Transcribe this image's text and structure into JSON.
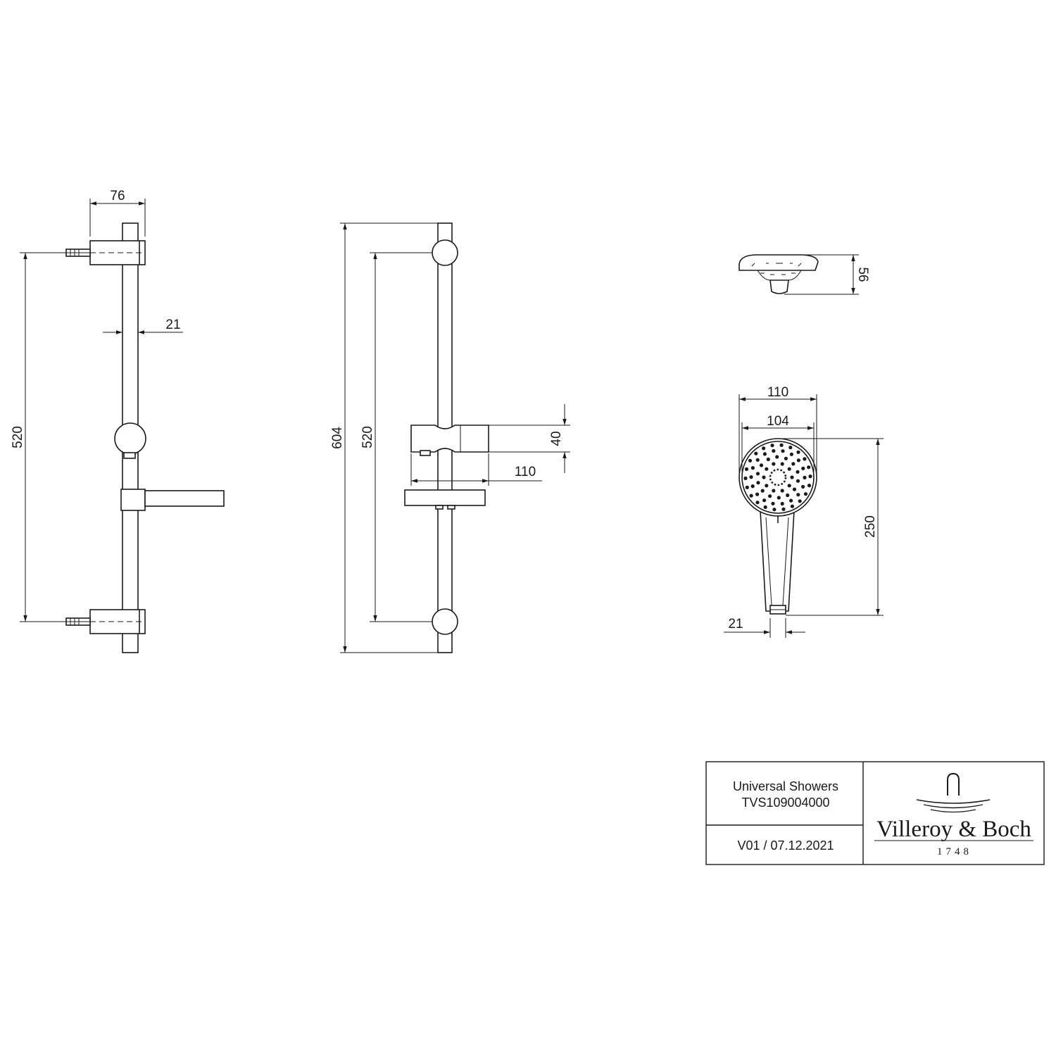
{
  "dimensions": {
    "side_depth": "76",
    "side_bar_dia": "21",
    "side_bracket_spacing": "520",
    "front_total_length": "604",
    "front_bracket_spacing": "520",
    "holder_height": "40",
    "holder_projection": "110",
    "head_thickness": "56",
    "head_outer_dia": "110",
    "head_face_dia": "104",
    "handshower_length": "250",
    "handle_connector": "21"
  },
  "title_block": {
    "product_line": "Universal Showers",
    "article_number": "TVS109004000",
    "revision": "V01 / 07.12.2021",
    "brand": "Villeroy & Boch",
    "brand_year": "1748"
  }
}
